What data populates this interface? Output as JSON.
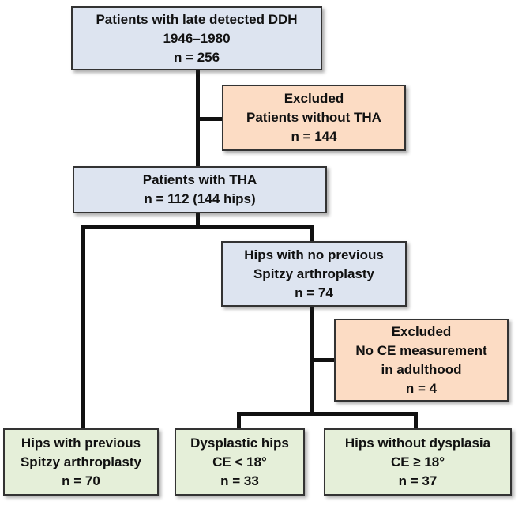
{
  "figure": {
    "type": "flowchart",
    "background": "#ffffff",
    "colors": {
      "population_fill": "#dde4f0",
      "excluded_fill": "#fcdcc4",
      "outcome_fill": "#e5efd9",
      "box_border": "#333333",
      "connector_line": "#111111",
      "text": "#111111"
    },
    "boxes": [
      {
        "id": "late-ddh",
        "kind": "population",
        "lines": [
          "Patients with late detected DDH",
          "1946–1980",
          "n = 256"
        ]
      },
      {
        "id": "excluded-no-tha",
        "kind": "excluded",
        "lines": [
          "Excluded",
          "Patients without THA",
          "n = 144"
        ]
      },
      {
        "id": "tha",
        "kind": "population",
        "lines": [
          "Patients with THA",
          "n = 112 (144 hips)"
        ]
      },
      {
        "id": "no-previous-spitzy",
        "kind": "population",
        "lines": [
          "Hips with no previous",
          "Spitzy arthroplasty",
          "n = 74"
        ]
      },
      {
        "id": "excluded-no-ce",
        "kind": "excluded",
        "lines": [
          "Excluded",
          "No CE measurement",
          "in adulthood",
          "n = 4"
        ]
      },
      {
        "id": "previous-spitzy",
        "kind": "outcome",
        "lines": [
          "Hips with previous",
          "Spitzy arthroplasty",
          "n = 70"
        ]
      },
      {
        "id": "dysplastic",
        "kind": "outcome",
        "lines": [
          "Dysplastic hips",
          "CE < 18°",
          "n = 33"
        ]
      },
      {
        "id": "no-dysplasia",
        "kind": "outcome",
        "lines": [
          "Hips without dysplasia",
          "CE ≥ 18°",
          "n = 37"
        ]
      }
    ],
    "edges": [
      {
        "from": "late-ddh",
        "to": "tha"
      },
      {
        "from": "late-ddh",
        "to": "excluded-no-tha"
      },
      {
        "from": "tha",
        "to": "previous-spitzy"
      },
      {
        "from": "tha",
        "to": "no-previous-spitzy"
      },
      {
        "from": "no-previous-spitzy",
        "to": "excluded-no-ce"
      },
      {
        "from": "no-previous-spitzy",
        "to": "dysplastic"
      },
      {
        "from": "no-previous-spitzy",
        "to": "no-dysplasia"
      }
    ]
  }
}
